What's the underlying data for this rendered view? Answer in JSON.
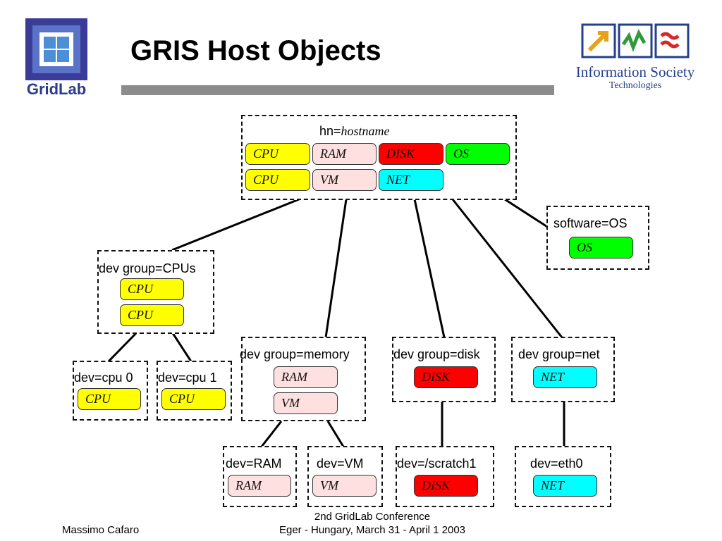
{
  "slide": {
    "title": "GRIS Host Objects"
  },
  "logos": {
    "gridlab": "GridLab",
    "ist_line1": "Information Society",
    "ist_line2": "Technologies"
  },
  "diagram": {
    "host": {
      "label_prefix": "hn=",
      "label_value": "hostname",
      "chips": [
        "CPU",
        "RAM",
        "DISK",
        "OS",
        "CPU",
        "VM",
        "NET"
      ]
    },
    "software": {
      "label": "software=OS",
      "chips": [
        "OS"
      ]
    },
    "dev_cpus": {
      "label": "dev group=CPUs",
      "chips": [
        "CPU",
        "CPU"
      ]
    },
    "dev_memory": {
      "label": "dev group=memory",
      "chips": [
        "RAM",
        "VM"
      ]
    },
    "dev_disk": {
      "label": "dev group=disk",
      "chips": [
        "DISK"
      ]
    },
    "dev_net": {
      "label": "dev group=net",
      "chips": [
        "NET"
      ]
    },
    "cpu0": {
      "label": "dev=cpu 0",
      "chips": [
        "CPU"
      ]
    },
    "cpu1": {
      "label": "dev=cpu 1",
      "chips": [
        "CPU"
      ]
    },
    "ram": {
      "label": "dev=RAM",
      "chips": [
        "RAM"
      ]
    },
    "vm": {
      "label": "dev=VM",
      "chips": [
        "VM"
      ]
    },
    "scratch": {
      "label": "dev=/scratch1",
      "chips": [
        "DISK"
      ]
    },
    "eth0": {
      "label": "dev=eth0",
      "chips": [
        "NET"
      ]
    }
  },
  "footer": {
    "author": "Massimo Cafaro",
    "conference": "2nd GridLab Conference",
    "venue": "Eger - Hungary,  March 31 - April 1 2003"
  },
  "colors": {
    "cpu": "#ffff00",
    "memory": "#ffe0e0",
    "disk": "#ff0000",
    "os": "#00ff00",
    "net": "#00ffff",
    "title_bar": "#8c8c8c"
  }
}
